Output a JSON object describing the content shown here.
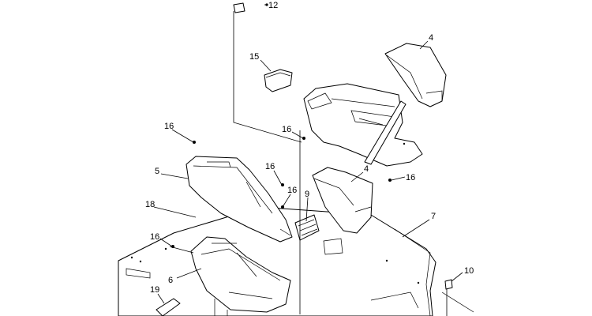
{
  "diagram": {
    "callouts": {
      "c12": "12",
      "c4a": "4",
      "c15": "15",
      "c16a": "16",
      "c16b": "16",
      "c5": "5",
      "c16c": "16",
      "c16d": "16",
      "c9": "9",
      "c4b": "4",
      "c16e": "16",
      "c7": "7",
      "c18": "18",
      "c16f": "16",
      "c6": "6",
      "c10": "10",
      "c19": "19"
    }
  }
}
